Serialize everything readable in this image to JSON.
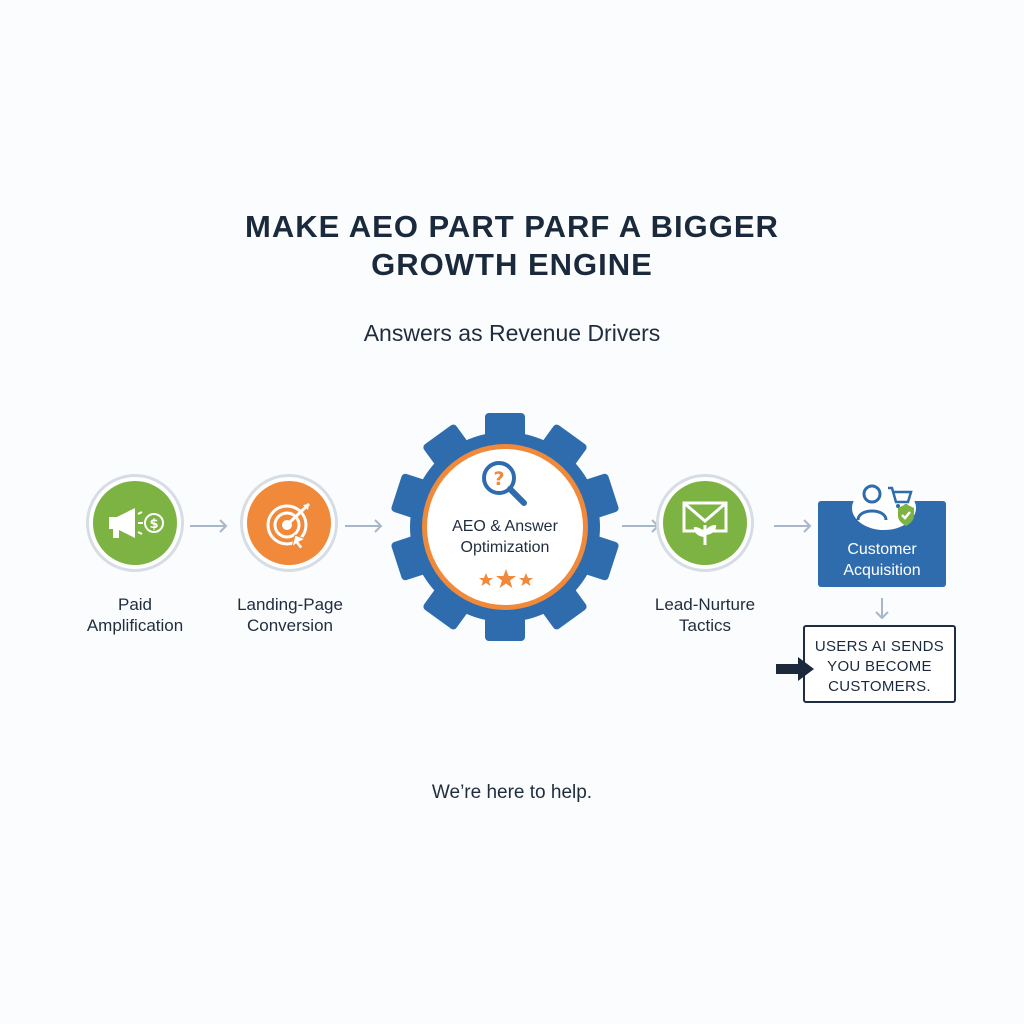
{
  "title": {
    "line1": "MAKE AEO PART PARF A BIGGER",
    "line2": "GROWTH ENGINE"
  },
  "subtitle": "Answers as Revenue Drivers",
  "steps": [
    {
      "line1": "Paid",
      "line2": "Amplification",
      "icon": "megaphone-dollar-icon",
      "color": "#7cb342"
    },
    {
      "line1": "Landing-Page",
      "line2": "Conversion",
      "icon": "target-arrow-icon",
      "color": "#f0893a"
    },
    {
      "line1": "AEO & Answer",
      "line2": "Optimization",
      "icon": "question-magnifier-icon",
      "color": "#2f6cae"
    },
    {
      "line1": "Lead-Nurture",
      "line2": "Tactics",
      "icon": "envelope-plant-icon",
      "color": "#7cb342"
    },
    {
      "line1": "Customer",
      "line2": "Acquisition",
      "icon": "user-cart-check-icon",
      "color": "#2f6cae"
    }
  ],
  "callout": {
    "line1": "USERS AI SENDS",
    "line2": "YOU BECOME",
    "line3": "CUSTOMERS."
  },
  "footer": "We’re here to help.",
  "colors": {
    "green": "#7cb342",
    "orange": "#f0893a",
    "blue": "#2f6cae",
    "navy": "#1a2a3c",
    "arrow": "#a7b7c8"
  }
}
